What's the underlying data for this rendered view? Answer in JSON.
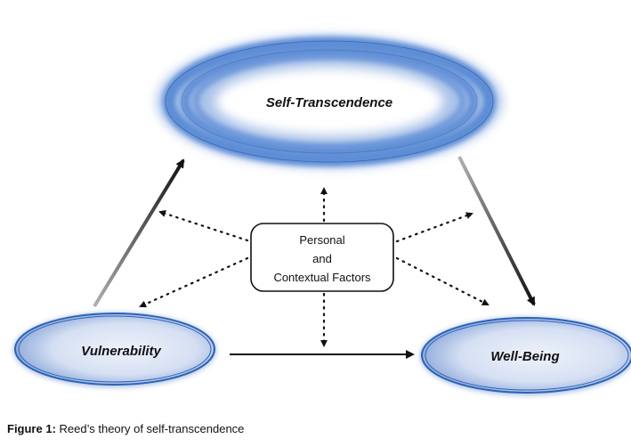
{
  "diagram": {
    "title": "Reed's theory of self-transcendence",
    "nodes": {
      "self_transcendence": {
        "label": "Self-Transcendence"
      },
      "vulnerability": {
        "label": "Vulnerability"
      },
      "well_being": {
        "label": "Well-Being"
      },
      "factors": {
        "lines": [
          "Personal",
          "and",
          "Contextual Factors"
        ]
      }
    },
    "edges": [
      {
        "from": "Vulnerability",
        "to": "Self-Transcendence",
        "style": "solid-gradient"
      },
      {
        "from": "Self-Transcendence",
        "to": "Well-Being",
        "style": "solid-gradient"
      },
      {
        "from": "Vulnerability",
        "to": "Well-Being",
        "style": "solid"
      },
      {
        "from": "Personal and Contextual Factors",
        "to": "Self-Transcendence",
        "style": "dotted"
      },
      {
        "from": "Personal and Contextual Factors",
        "to": "Vulnerability-to-Self-Transcendence path",
        "style": "dotted"
      },
      {
        "from": "Personal and Contextual Factors",
        "to": "Vulnerability",
        "style": "dotted"
      },
      {
        "from": "Personal and Contextual Factors",
        "to": "Self-Transcendence-to-Well-Being path",
        "style": "dotted"
      },
      {
        "from": "Personal and Contextual Factors",
        "to": "Well-Being",
        "style": "dotted"
      },
      {
        "from": "Personal and Contextual Factors",
        "to": "Vulnerability-to-Well-Being path",
        "style": "dotted"
      }
    ],
    "colors": {
      "ring_blue": "#4a7fd0",
      "node_fill_light": "#e6ecf7",
      "node_fill_dark": "#8fa9d9",
      "node_border": "#2a63b8",
      "arrow": "#111111"
    }
  },
  "caption": {
    "prefix": "Figure 1:",
    "text": " Reed’s theory of self-transcendence"
  }
}
